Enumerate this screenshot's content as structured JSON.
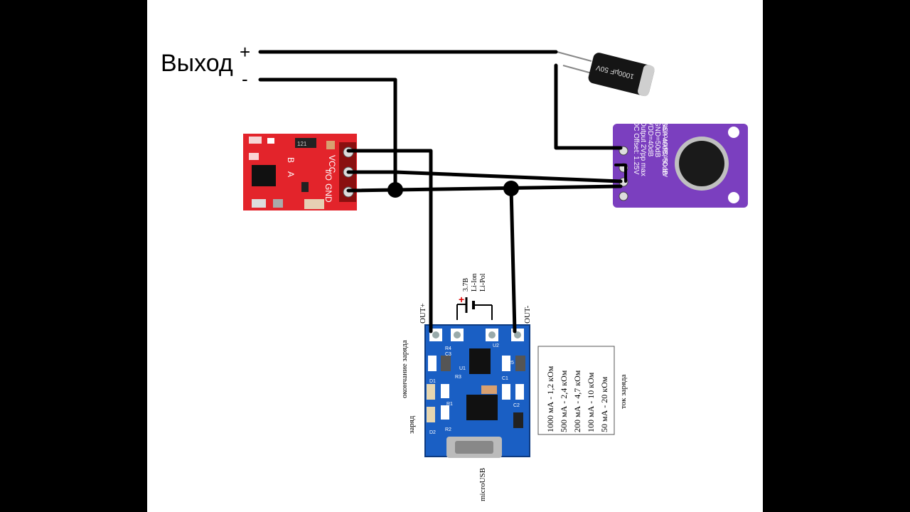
{
  "output": {
    "label": "Выход",
    "plus": "+",
    "minus": "-"
  },
  "capacitor": {
    "label": "1000µF 50V"
  },
  "touch_sensor": {
    "pins": [
      "VCC",
      "I/O",
      "GND"
    ],
    "labels": [
      "A",
      "B"
    ],
    "chip": "121"
  },
  "mic_module": {
    "text_lines": [
      "Gain 40dB, 50dB",
      "GND=50dB",
      "VDD=40dB",
      "Output 2Vpp max",
      "DC Offset: 1.25V"
    ],
    "pins": "AR OutGainVccGND"
  },
  "battery": {
    "voltage": "3.7В",
    "type1": "Li-Ion",
    "type2": "Li-Pol",
    "plus": "+"
  },
  "charger": {
    "out_plus": "OUT+",
    "out_minus": "OUT-",
    "end_of_charge": "окончание заряда",
    "charging": "заряд",
    "charge_current": "ток заряда",
    "micro_usb": "microUSB",
    "resistor_table": [
      "1000 мА - 1,2 кОм",
      "500 мА - 2,4 кОм",
      "200 мА - 4,7 кОм",
      "100 мА - 10 кОм",
      "50 мА - 20 кОм"
    ],
    "silkscreen": [
      "R4",
      "C3",
      "U2",
      "U1",
      "R5",
      "R3",
      "R1",
      "R2",
      "D1",
      "D2",
      "C1",
      "C2"
    ]
  },
  "colors": {
    "touch_pcb": "#e3242b",
    "mic_pcb": "#7b3fbf",
    "charger_pcb": "#1a5fc4",
    "wire": "#000000"
  }
}
